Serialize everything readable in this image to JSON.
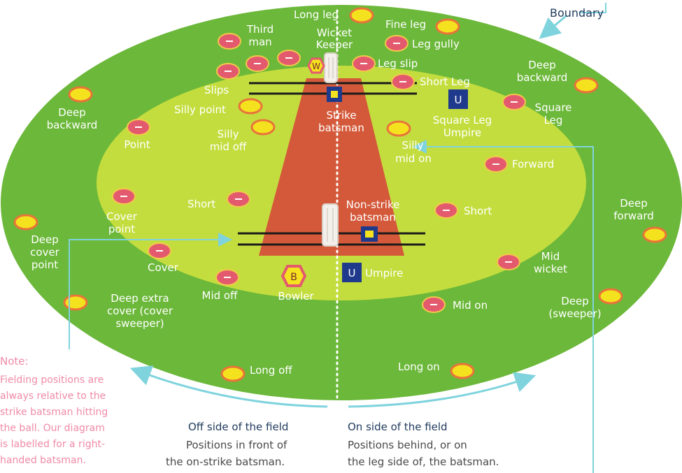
{
  "diagram": {
    "boundary_label": "Boundary",
    "colors": {
      "outfield": "#6cb83a",
      "infield": "#c4dd3e",
      "pitch": "#d4593a",
      "fielder_fill": "#e35a6e",
      "fielder_ring": "#f2c84b",
      "deep_fill": "#f5e21e",
      "deep_ring": "#e8743a",
      "umpire": "#1f3a8c",
      "arrow": "#7fd3dd",
      "note": "#f08aa8",
      "caption": "#1f3a5c"
    },
    "fielders": {
      "long_leg": "Long leg",
      "fine_leg": "Fine leg",
      "third_man_1": "Third",
      "third_man_2": "man",
      "wicket_keeper_1": "Wicket",
      "wicket_keeper_2": "Keeper",
      "leg_gully": "Leg gully",
      "leg_slip": "Leg slip",
      "deep_backward_right_1": "Deep",
      "deep_backward_right_2": "backward",
      "short_leg": "Short Leg",
      "slips": "Slips",
      "silly_point": "Silly point",
      "strike_batsman_1": "Strike",
      "strike_batsman_2": "batsman",
      "square_leg_1": "Square",
      "square_leg_2": "Leg",
      "square_leg_umpire_1": "Square Leg",
      "square_leg_umpire_2": "Umpire",
      "deep_backward_left_1": "Deep",
      "deep_backward_left_2": "backward",
      "point": "Point",
      "silly_mid_off_1": "Silly",
      "silly_mid_off_2": "mid off",
      "silly_mid_on_1": "Silly",
      "silly_mid_on_2": "mid on",
      "forward": "Forward",
      "short_left": "Short",
      "short_right": "Short",
      "non_strike_1": "Non-strike",
      "non_strike_2": "batsman",
      "cover_point_1": "Cover",
      "cover_point_2": "point",
      "deep_forward_1": "Deep",
      "deep_forward_2": "forward",
      "deep_cover_point_1": "Deep",
      "deep_cover_point_2": "cover",
      "deep_cover_point_3": "point",
      "cover": "Cover",
      "mid_wicket_1": "Mid",
      "mid_wicket_2": "wicket",
      "umpire": "Umpire",
      "bowler": "Bowler",
      "mid_off": "Mid off",
      "deep_sweeper_1": "Deep",
      "deep_sweeper_2": "(sweeper)",
      "deep_extra_cover_1": "Deep extra",
      "deep_extra_cover_2": "cover (cover",
      "deep_extra_cover_3": "sweeper)",
      "mid_on": "Mid on",
      "long_off": "Long off",
      "long_on": "Long on"
    },
    "badges": {
      "wicket_keeper": "W",
      "bowler": "B",
      "umpire": "U",
      "square_leg_umpire": "U"
    },
    "off_side": {
      "title": "Off side of the field",
      "desc_1": "Positions in front of",
      "desc_2": "the on-strike batsman."
    },
    "on_side": {
      "title": "On side of the field",
      "desc_1": "Positions behind, or on",
      "desc_2": "the leg side of, the batsman."
    },
    "note": {
      "title": "Note:",
      "lines": [
        "Fielding positions are",
        "always relative to the",
        "strike batsman hitting",
        "the ball. Our diagram",
        "is labelled for a right-",
        "handed batsman."
      ]
    }
  }
}
